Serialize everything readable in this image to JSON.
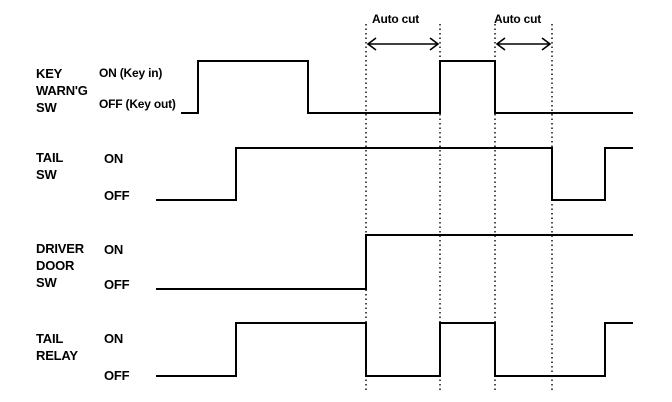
{
  "auto_cut_labels": [
    "Auto cut",
    "Auto cut"
  ],
  "signals": [
    {
      "name_lines": [
        "KEY",
        "WARN'G",
        "SW"
      ],
      "on_label": "ON (Key in)",
      "off_label": "OFF (Key out)"
    },
    {
      "name_lines": [
        "TAIL",
        "SW"
      ],
      "on_label": "ON",
      "off_label": "OFF"
    },
    {
      "name_lines": [
        "DRIVER",
        "DOOR",
        "SW"
      ],
      "on_label": "ON",
      "off_label": "OFF"
    },
    {
      "name_lines": [
        "TAIL",
        "RELAY"
      ],
      "on_label": "ON",
      "off_label": "OFF"
    }
  ]
}
